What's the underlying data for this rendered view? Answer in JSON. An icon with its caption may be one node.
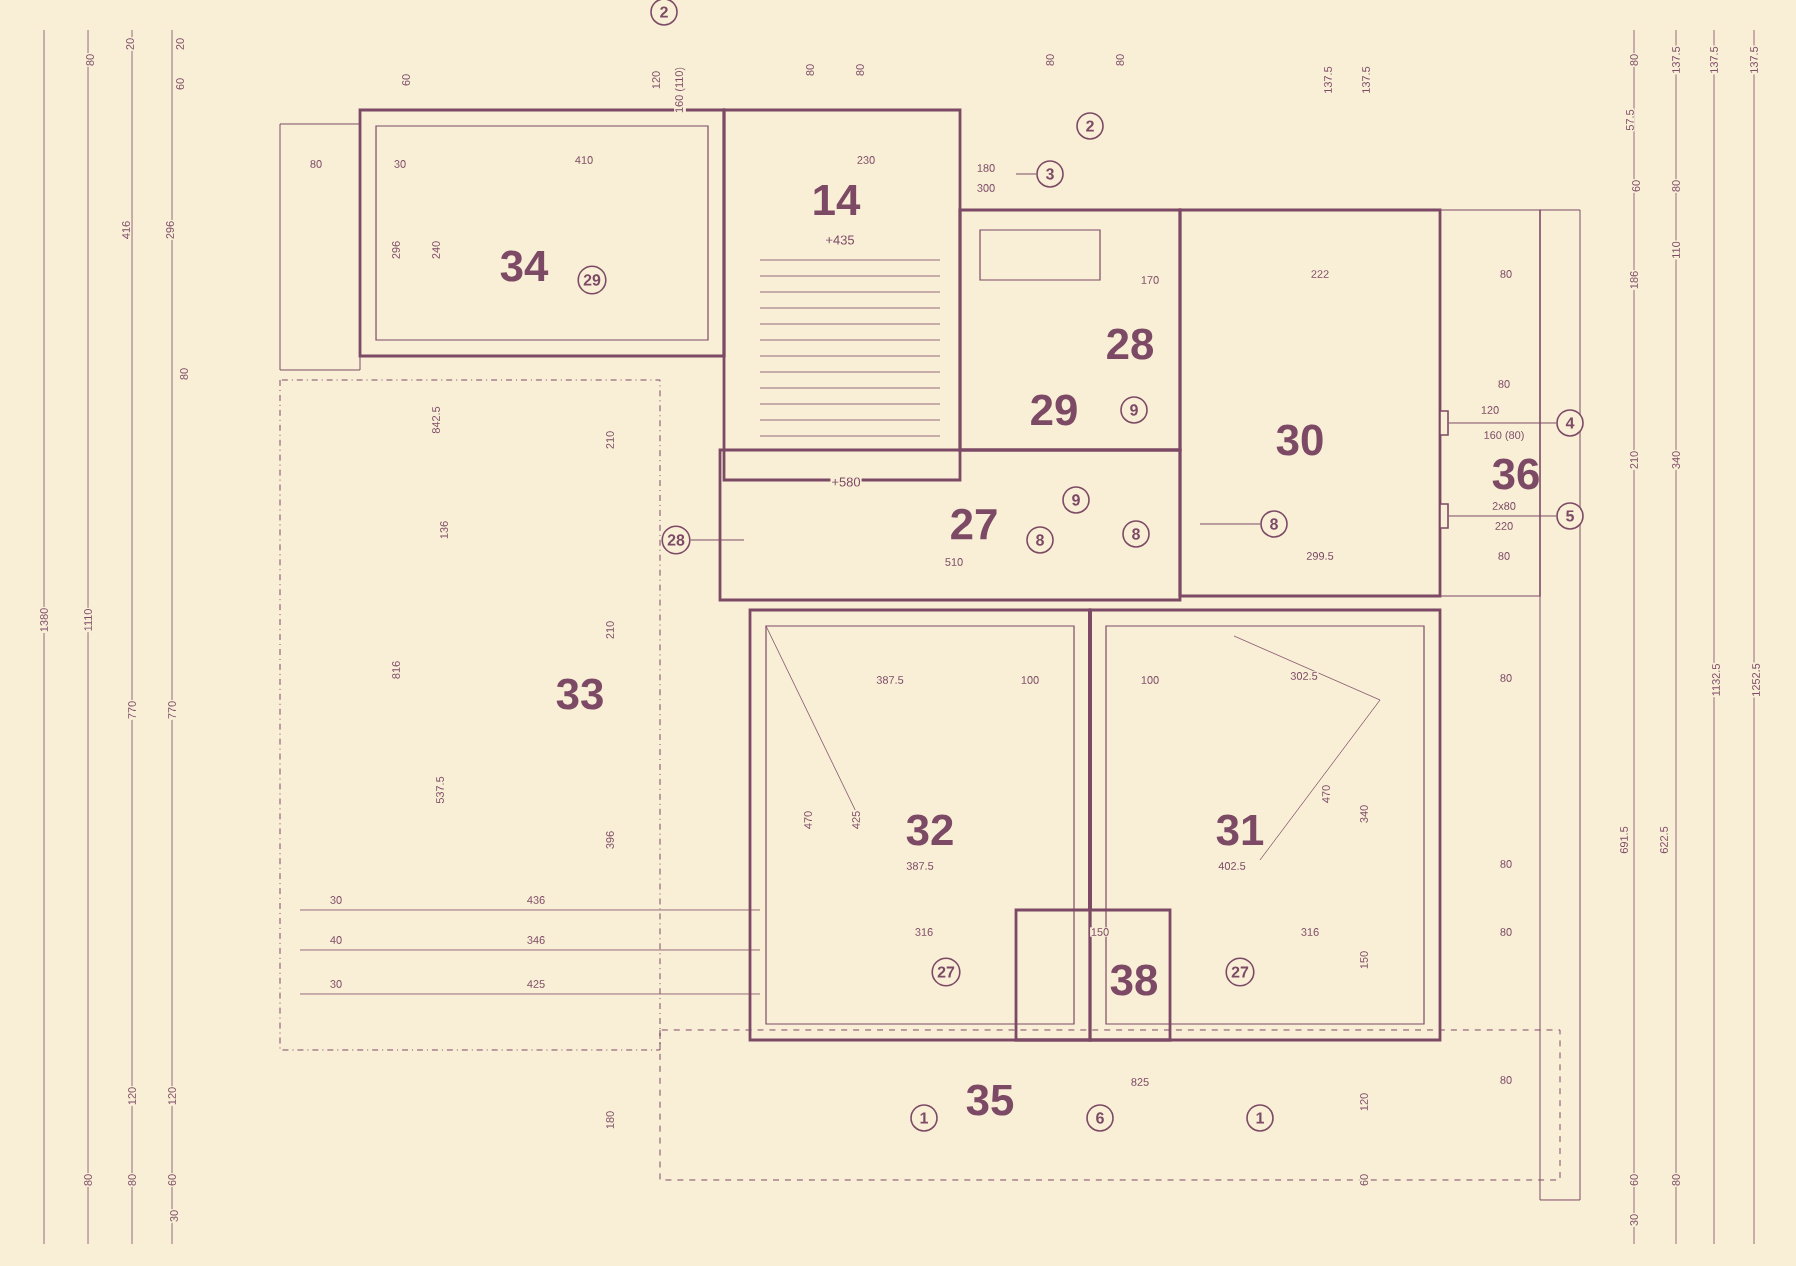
{
  "diagram": {
    "nodes": [
      {
        "text": [
          "2"
        ]
      },
      {
        "text": [
          "2"
        ]
      },
      {
        "text": [
          "3"
        ]
      },
      {
        "text": [
          "29"
        ]
      },
      {
        "text": [
          "9"
        ]
      },
      {
        "text": [
          "4"
        ]
      },
      {
        "text": [
          "9"
        ]
      },
      {
        "text": [
          "5"
        ]
      },
      {
        "text": [
          "28"
        ]
      },
      {
        "text": [
          "8"
        ]
      },
      {
        "text": [
          "8"
        ]
      },
      {
        "text": [
          "8"
        ]
      },
      {
        "text": [
          "27"
        ]
      },
      {
        "text": [
          "27"
        ]
      },
      {
        "text": [
          "1"
        ]
      },
      {
        "text": [
          "6"
        ]
      },
      {
        "text": [
          "1"
        ]
      },
      {
        "text": [],
        "shape": "box"
      },
      {
        "text": [],
        "shape": "box"
      }
    ],
    "edges": [
      {
        "from": 2,
        "to": null,
        "arrow": "none"
      },
      {
        "from": 5,
        "to": 17,
        "arrow": "none"
      },
      {
        "from": 7,
        "to": 18,
        "arrow": "none"
      },
      {
        "from": 11,
        "to": null,
        "arrow": "none"
      },
      {
        "from": 8,
        "to": null,
        "arrow": "none"
      }
    ],
    "labels": [
      "80",
      "20",
      "20",
      "60",
      "60",
      "120",
      "160 (110)",
      "80",
      "80",
      "80",
      "80",
      "137.5",
      "137.5",
      "80",
      "137.5",
      "137.5",
      "137.5",
      "57.5",
      "80",
      "30",
      "410",
      "230",
      "180",
      "300",
      "60",
      "80",
      "14",
      "416",
      "296",
      "+435",
      "296",
      "240",
      "110",
      "34",
      "222",
      "170",
      "80",
      "186",
      "28",
      "80",
      "80",
      "29",
      "120",
      "842.5",
      "160 (80)",
      "30",
      "210",
      "210",
      "340",
      "36",
      "+580",
      "2x80",
      "27",
      "136",
      "220",
      "80",
      "510",
      "299.5",
      "1380",
      "1110",
      "210",
      "816",
      "387.5",
      "100",
      "100",
      "302.5",
      "80",
      "1132.5",
      "1252.5",
      "33",
      "770",
      "770",
      "470",
      "340",
      "537.5",
      "470",
      "425",
      "32",
      "31",
      "396",
      "691.5",
      "622.5",
      "387.5",
      "402.5",
      "80",
      "30",
      "436",
      "316",
      "150",
      "316",
      "80",
      "40",
      "346",
      "150",
      "38",
      "30",
      "425",
      "825",
      "80",
      "35",
      "120",
      "120",
      "120",
      "180",
      "80",
      "80",
      "60",
      "60",
      "60",
      "80",
      "30",
      "30"
    ]
  }
}
